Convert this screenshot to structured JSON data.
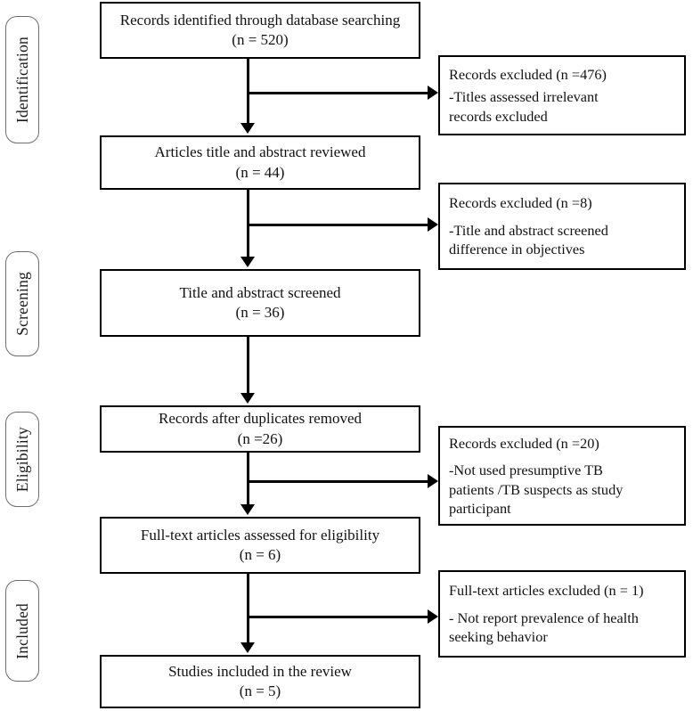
{
  "diagram": {
    "type": "prisma-flow-diagram",
    "title": "PRISMA study selection flow diagram"
  },
  "stages": [
    {
      "name": "identification",
      "label": "Identification"
    },
    {
      "name": "screening",
      "label": "Screening"
    },
    {
      "name": "eligibility",
      "label": "Eligibility"
    },
    {
      "name": "included",
      "label": "Included"
    }
  ],
  "flow_boxes": [
    {
      "name": "records-identified",
      "line1": "Records identified through database searching",
      "line2": "(n = 520)",
      "n": 520
    },
    {
      "name": "articles-title-abstract-reviewed",
      "line1": "Articles title and abstract reviewed",
      "line2": "(n = 44)",
      "n": 44
    },
    {
      "name": "title-abstract-screened",
      "line1": "Title and abstract screened",
      "line2": "(n = 36)",
      "n": 36
    },
    {
      "name": "records-after-duplicates-removed",
      "line1": "Records after duplicates removed",
      "line2": "(n =26)",
      "n": 26
    },
    {
      "name": "fulltext-assessed-eligibility",
      "line1": "Full-text articles assessed for eligibility",
      "line2": "(n = 6)",
      "n": 6
    },
    {
      "name": "studies-included-review",
      "line1": "Studies included in the review",
      "line2": "(n = 5)",
      "n": 5
    }
  ],
  "exclusion_boxes": [
    {
      "name": "records-excluded-476",
      "heading": "Records excluded (n =476)",
      "reason_line1": "-Titles  assessed irrelevant",
      "reason_line2": "records excluded",
      "reason_line3": "",
      "n": 476
    },
    {
      "name": "records-excluded-8",
      "heading": "Records excluded (n =8)",
      "reason_line1": "-Title and abstract screened",
      "reason_line2": "difference in objectives",
      "reason_line3": "",
      "n": 8
    },
    {
      "name": "records-excluded-20",
      "heading": "Records excluded (n =20)",
      "reason_line1": "-Not used presumptive TB",
      "reason_line2": "patients /TB suspects as study",
      "reason_line3": "participant",
      "n": 20
    },
    {
      "name": "fulltext-articles-excluded-1",
      "heading": "Full-text articles excluded (n = 1)",
      "reason_line1": "- Not report prevalence of health",
      "reason_line2": "seeking behavior",
      "reason_line3": "",
      "n": 1
    }
  ],
  "colors": {
    "box_border": "#000000",
    "stage_border": "#6e6e6e",
    "background": "#ffffff",
    "text": "#111111"
  }
}
